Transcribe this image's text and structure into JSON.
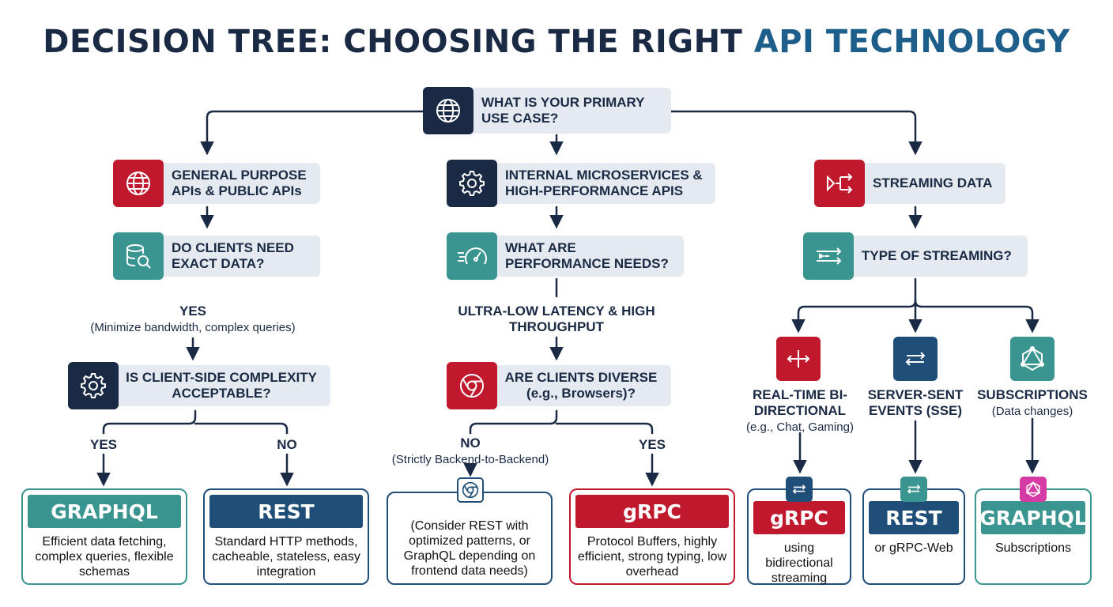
{
  "title": {
    "main": "DECISION TREE: CHOOSING THE RIGHT ",
    "accent": "API TECHNOLOGY"
  },
  "root": {
    "label": "WHAT IS YOUR PRIMARY USE CASE?",
    "icon": "globe-icon"
  },
  "branches": {
    "general": {
      "label": "GENERAL PURPOSE APIs & PUBLIC APIs",
      "icon": "globe-icon",
      "q1": {
        "label": "DO CLIENTS NEED EXACT DATA?",
        "icon": "database-search-icon"
      },
      "edge1": {
        "label": "YES",
        "note": "(Minimize bandwidth, complex queries)"
      },
      "q2": {
        "label": "IS CLIENT-SIDE COMPLEXITY ACCEPTABLE?",
        "icon": "gear-icon"
      },
      "yes_label": "YES",
      "no_label": "NO",
      "graphql": {
        "title": "GRAPHQL",
        "desc": "Efficient data fetching, complex queries, flexible schemas"
      },
      "rest": {
        "title": "REST",
        "desc": "Standard HTTP methods, cacheable, stateless, easy integration"
      }
    },
    "internal": {
      "label": "INTERNAL MICROSERVICES & HIGH-PERFORMANCE APIS",
      "icon": "gear-icon",
      "q1": {
        "label": "WHAT ARE PERFORMANCE NEEDS?",
        "icon": "speedometer-icon"
      },
      "edge1": {
        "label": "ULTRA-LOW LATENCY & HIGH THROUGHPUT"
      },
      "q2": {
        "label": "ARE CLIENTS DIVERSE (e.g., Browsers)?",
        "icon": "browser-icon"
      },
      "no_label": "NO",
      "no_note": "(Strictly Backend-to-Backend)",
      "yes_label": "YES",
      "consider": {
        "desc": "(Consider REST with optimized patterns, or GraphQL depending on frontend data needs)",
        "icon": "browser-icon"
      },
      "grpc": {
        "title": "gRPC",
        "desc": "Protocol Buffers, highly efficient, strong typing, low overhead"
      }
    },
    "streaming": {
      "label": "STREAMING DATA",
      "icon": "stream-arrows-icon",
      "q1": {
        "label": "TYPE OF STREAMING?",
        "icon": "stream-type-icon"
      },
      "realtime": {
        "label": "REAL-TIME BI-DIRECTIONAL",
        "note": "(e.g., Chat, Gaming)",
        "icon": "bidirectional-icon"
      },
      "sse": {
        "label": "SERVER-SENT EVENTS (SSE)",
        "icon": "exchange-icon"
      },
      "subs": {
        "label": "SUBSCRIPTIONS",
        "note": "(Data changes)",
        "icon": "graphql-icon"
      },
      "grpc": {
        "title": "gRPC",
        "desc": "using bidirectional streaming"
      },
      "rest": {
        "title": "REST",
        "desc": "or gRPC-Web"
      },
      "graphql": {
        "title": "GRAPHQL",
        "desc": "Subscriptions"
      }
    }
  },
  "colors": {
    "navy": "#1b2a44",
    "red": "#c0182d",
    "teal": "#3a9590",
    "blue": "#1f4f78",
    "magenta": "#d63aa4",
    "box": "#e4eaf0"
  }
}
